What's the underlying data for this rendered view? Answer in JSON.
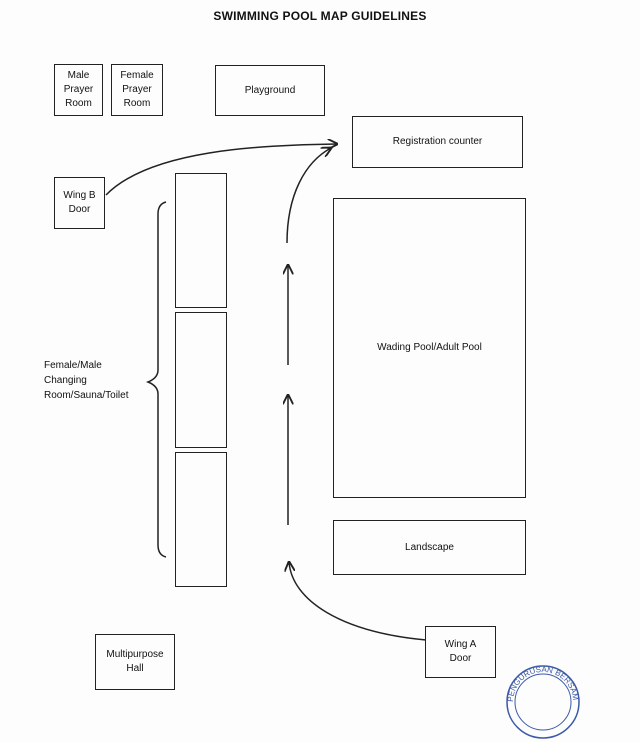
{
  "title": "SWIMMING POOL MAP GUIDELINES",
  "rooms": {
    "male_prayer": "Male\nPrayer\nRoom",
    "female_prayer": "Female\nPrayer\nRoom",
    "playground": "Playground",
    "registration": "Registration counter",
    "wing_b": "Wing B\nDoor",
    "pool": "Wading Pool/Adult Pool",
    "landscape": "Landscape",
    "wing_a": "Wing A\nDoor",
    "multipurpose": "Multipurpose\nHall"
  },
  "changing_label": "Female/Male\nChanging\nRoom/Sauna/Toilet",
  "stamp_text": "PENGURUSAN BERSAMA"
}
